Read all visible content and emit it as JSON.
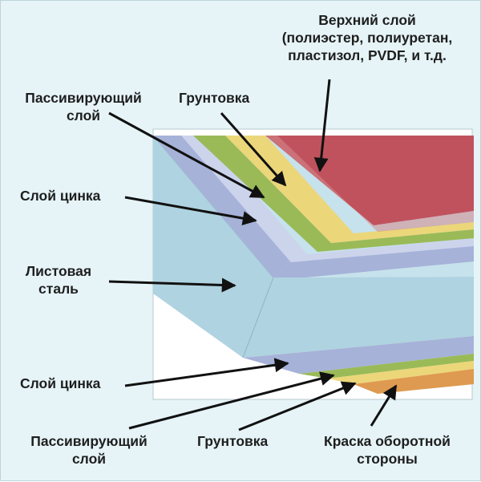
{
  "labels": {
    "top_layer": {
      "line1": "Верхний слой",
      "line2": "(полиэстер, полиуретан,",
      "line3": "пластизол, PVDF, и т.д."
    },
    "passivating_top": {
      "line1": "Пассивирующий",
      "line2": "слой"
    },
    "primer_top": {
      "line1": "Грунтовка"
    },
    "zinc_top": {
      "line1": "Слой цинка"
    },
    "steel": {
      "line1": "Листовая",
      "line2": "сталь"
    },
    "zinc_bottom": {
      "line1": "Слой цинка"
    },
    "passivating_bottom": {
      "line1": "Пассивирующий",
      "line2": "слой"
    },
    "primer_bottom": {
      "line1": "Грунтовка"
    },
    "back_paint": {
      "line1": "Краска оборотной",
      "line2": "стороны"
    }
  },
  "colors": {
    "background": "#e6f4f8",
    "top_coat": "#c0525e",
    "top_coat_edge": "#d68a8e",
    "primer": "#ecd67a",
    "passivation": "#9aba58",
    "zinc": "#a6b2d8",
    "zinc_light": "#ccd4ec",
    "steel": "#afd3e0",
    "steel_light": "#c6e2ec",
    "back_paint": "#de9a50",
    "arrow": "#111111"
  }
}
